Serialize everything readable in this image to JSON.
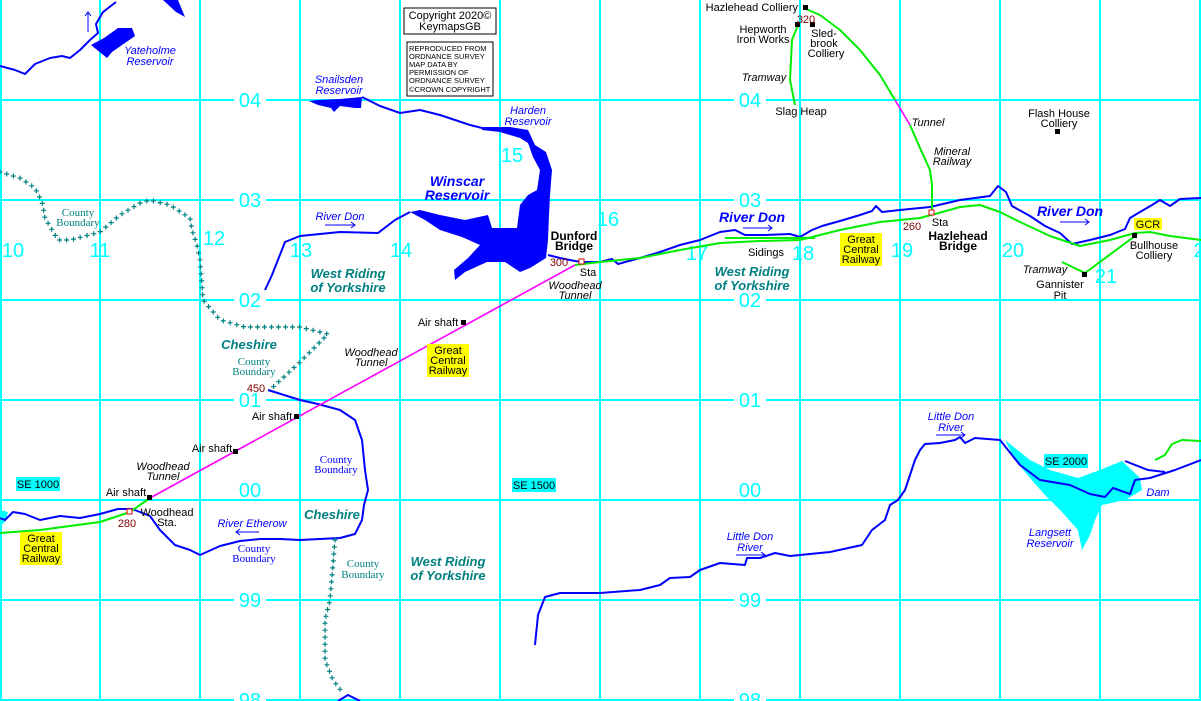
{
  "colors": {
    "grid": "#00ffff",
    "water": "#0000ff",
    "railway": "#00ee00",
    "tunnel": "#ff00ff",
    "county": "#008080",
    "height": "#800000",
    "highlight": "#ffff00"
  },
  "grid": {
    "eastings": [
      "10",
      "11",
      "12",
      "13",
      "14",
      "15",
      "16",
      "17",
      "18",
      "19",
      "20",
      "21",
      "2"
    ],
    "northings": {
      "n04": "04",
      "n03": "03",
      "n02": "02",
      "n01": "01",
      "n00": "00",
      "n99": "99",
      "n98": "98"
    },
    "refs": {
      "se1000": "SE 1000",
      "se1500": "SE 1500",
      "se2000": "SE 2000"
    }
  },
  "copyright": {
    "line1": "Copyright 2020©",
    "line2": "KeymapsGB",
    "os_notice": [
      "REPRODUCED FROM",
      "ORDNANCE SURVEY",
      "MAP DATA BY",
      "PERMISSION OF",
      "ORDNANCE SURVEY",
      "©CROWN COPYRIGHT"
    ]
  },
  "water": {
    "yateholme": [
      "Yateholme",
      "Reservoir"
    ],
    "snailsden": [
      "Snailsden",
      "Reservoir"
    ],
    "harden": [
      "Harden",
      "Reservoir"
    ],
    "winscar": [
      "Winscar",
      "Reservoir"
    ],
    "river_don_small": "River Don",
    "river_don_mid": "River Don",
    "river_don_east": "River Don",
    "river_etherow": "River Etherow",
    "little_don_1": [
      "Little Don",
      "River"
    ],
    "little_don_2": [
      "Little Don",
      "River"
    ],
    "langsett": [
      "Langsett",
      "Reservoir"
    ],
    "dam": "Dam"
  },
  "regions": {
    "west_riding": [
      "West Riding",
      "of Yorkshire"
    ],
    "cheshire": "Cheshire",
    "county_boundary": [
      "County",
      "Boundary"
    ]
  },
  "places": {
    "dunford_bridge": [
      "Dunford",
      "Bridge"
    ],
    "hazlehead_bridge": [
      "Hazlehead",
      "Bridge"
    ],
    "sta": "Sta",
    "woodhead_sta": [
      "Woodhead",
      "Sta."
    ],
    "woodhead_tunnel": [
      "Woodhead",
      "Tunnel"
    ],
    "air_shaft": "Air shaft",
    "sidings": "Sidings",
    "hazlehead_colliery": "Hazlehead Colliery",
    "hepworth": [
      "Hepworth",
      "Iron Works"
    ],
    "sledbrook": [
      "Sled-",
      "brook",
      "Colliery"
    ],
    "tramway": "Tramway",
    "slag_heap": "Slag Heap",
    "tunnel": "Tunnel",
    "mineral_railway": [
      "Mineral",
      "Railway"
    ],
    "flash_house": [
      "Flash House",
      "Colliery"
    ],
    "bullhouse": [
      "Bullhouse",
      "Colliery"
    ],
    "gannister": [
      "Gannister",
      "Pit"
    ],
    "gcr_full": [
      "Great",
      "Central",
      "Railway"
    ],
    "gcr": "GCR"
  },
  "heights": {
    "h320": "320",
    "h300": "300",
    "h260": "260",
    "h450": "450",
    "h280": "280"
  }
}
